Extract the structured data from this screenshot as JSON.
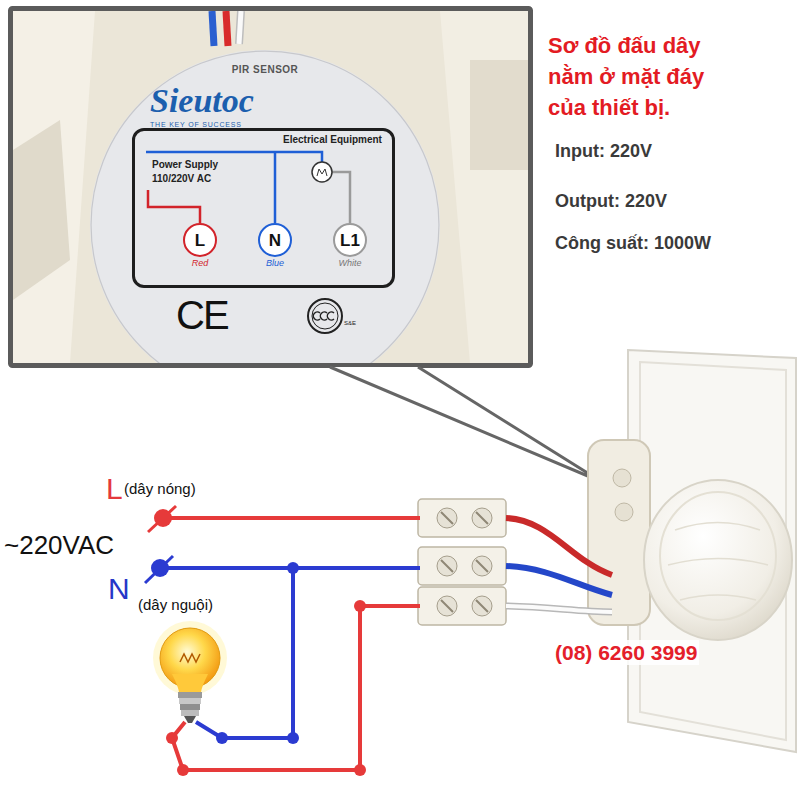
{
  "diagram": {
    "nodes": [
      {
        "text": [
          "PIR SENSOR",
          "Sieutoc",
          "THE KEY OF SUCCESS"
        ]
      },
      {
        "text": [
          "Power Supply 110/220V AC",
          "Electrical Equipment"
        ],
        "in": 0
      },
      {
        "text": [
          "L",
          "Red"
        ],
        "in": 1
      },
      {
        "text": [
          "N",
          "Blue"
        ],
        "in": 1
      },
      {
        "text": [
          "L1",
          "White"
        ],
        "in": 1
      }
    ],
    "labels": [
      "CE",
      "S&E",
      "Sơ đồ đấu dây nằm ở mặt đáy của thiết bị.",
      "Input: 220V",
      "Output: 220V",
      "Công suất: 1000W",
      "L",
      "(dây nóng)",
      "~220VAC",
      "N",
      "(dây nguội)",
      "(08) 6260 3999"
    ]
  }
}
